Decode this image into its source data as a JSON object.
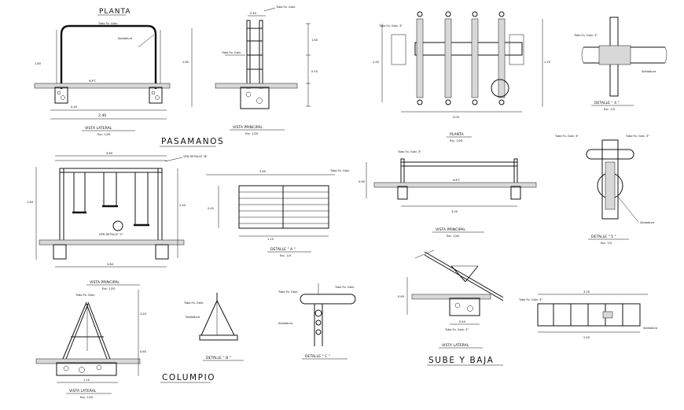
{
  "sections": {
    "pasamanos": "PASAMANOS",
    "columpio": "COLUMPIO",
    "sube_baja": "SUBE  Y  BAJA"
  },
  "pasamanos": {
    "planta": "PLANTA",
    "vista_lateral": "VISTA LATERAL",
    "vista_principal": "VISTA PRINCIPAL",
    "esc": "Esc. 1/20",
    "tubo_label": "Tubo Fo. Galv.",
    "soldadura": "Soldadura",
    "nivel": "N.P.T.",
    "dim_a": "2.40",
    "dim_b": "0.40",
    "dim_c": "1.60",
    "dim_d": "0.50",
    "dim_e": "1.80"
  },
  "columpio": {
    "vista_principal": "VISTA PRINCIPAL",
    "vista_lateral": "VISTA LATERAL",
    "detalle_a": "DETALLE \" A \"",
    "detalle_b": "DETALLE \" B \"",
    "detalle_c": "DETALLE \" C \"",
    "esc": "Esc. 1/20",
    "esc_det": "Esc. 1/5",
    "ver_detalle_b": "VER DETALLE \"B\"",
    "ver_detalle_c": "VER DETALLE \"C\"",
    "dim_a": "3.60",
    "dim_b": "1.20",
    "dim_c": "2.40",
    "dim_d": "0.60",
    "dim_e": "1.80",
    "dim_f": "0.45"
  },
  "sube_baja": {
    "planta": "PLANTA",
    "vista_principal": "VISTA PRINCIPAL",
    "vista_lateral": "VISTA LATERAL",
    "detalle_4": "DETALLE \" 4 \"",
    "detalle_5": "DETALLE \" 5 \"",
    "esc": "Esc. 1/20",
    "esc_det": "Esc. 1/5",
    "tubo_label": "Tubo Fo. Galv. 3\"",
    "dim_a": "3.00",
    "dim_b": "0.40",
    "dim_c": "1.20",
    "dim_d": "0.60",
    "dim_e": "2.40"
  }
}
